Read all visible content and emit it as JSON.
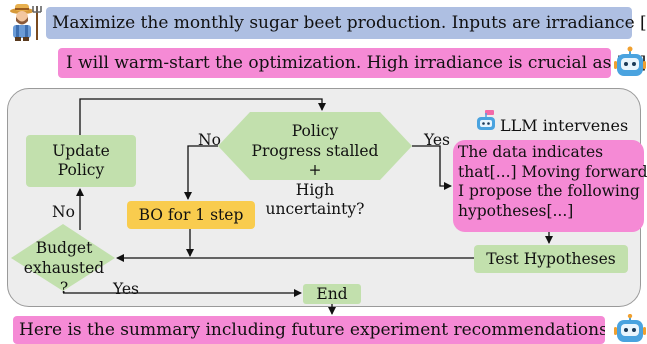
{
  "chat": {
    "user_message": "Maximize the monthly sugar beet production. Inputs are irradiance [...]",
    "llm_message": "I will warm-start the optimization. High irradiance is crucial as [...]",
    "summary_message": "Here is the summary including future experiment recommendations"
  },
  "flow": {
    "update_policy": [
      "Update",
      "Policy"
    ],
    "decision_policy": [
      "Policy",
      "Progress stalled +",
      "High uncertainty?"
    ],
    "bo_step": "BO for 1 step",
    "budget_check": [
      "Budget",
      "exhausted",
      "?"
    ],
    "test_hypotheses": "Test Hypotheses",
    "end": "End",
    "llm_intervenes": "LLM intervenes",
    "llm_output": [
      "The data indicates",
      "that[...] Moving forward",
      "I propose the following",
      "hypotheses[...]"
    ],
    "edge_labels": {
      "no_policy": "No",
      "yes_policy": "Yes",
      "no_budget": "No",
      "yes_budget": "Yes"
    }
  },
  "icons": [
    "farmer-icon",
    "robot-icon",
    "document-icon"
  ],
  "colors": {
    "user_bubble": "#aebfe2",
    "llm_bubble": "#f58ad5",
    "node_green": "#c2e0ad",
    "bo_orange": "#f9cc4e",
    "panel_bg": "#ededed"
  }
}
